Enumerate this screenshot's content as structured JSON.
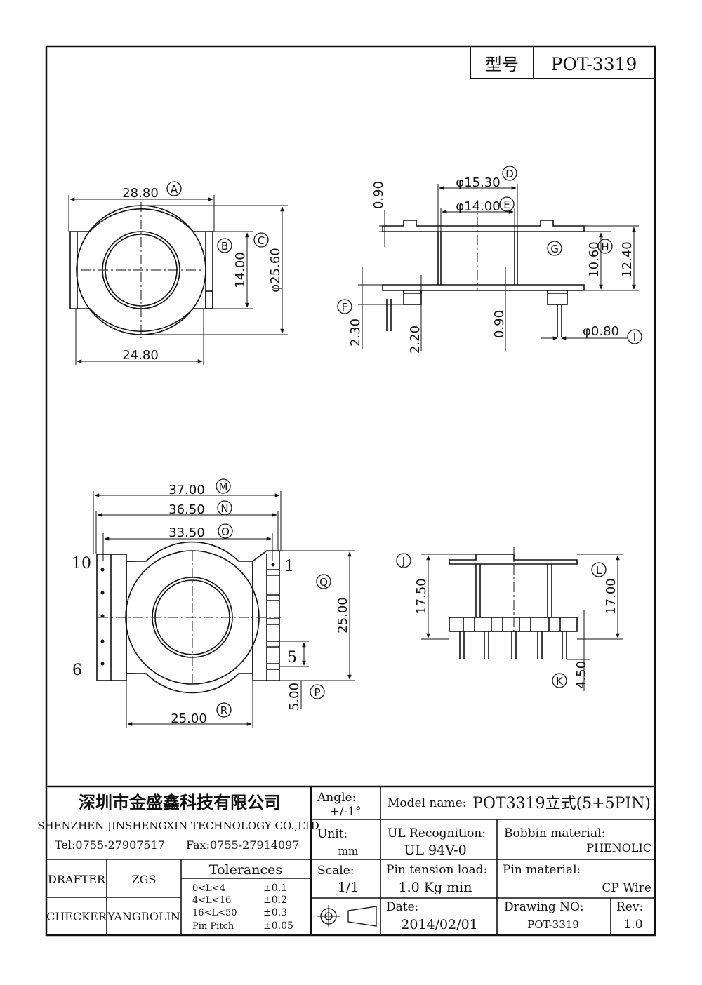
{
  "model_box": {
    "label": "型号",
    "value": "POT-3319"
  },
  "top_view": {
    "dim_a": "28.80",
    "callout_a": "A",
    "dim_b": "14.00",
    "callout_b": "B",
    "dim_c": "φ25.60",
    "callout_c": "C",
    "dim_bottom": "24.80"
  },
  "side_view": {
    "dim_d": "φ15.30",
    "callout_d": "D",
    "dim_e": "φ14.00",
    "callout_e": "E",
    "dim_f": "2.30",
    "callout_f": "F",
    "dim_g": "10.60",
    "callout_g": "G",
    "dim_h": "12.40",
    "callout_h": "H",
    "dim_i": "φ0.80",
    "callout_i": "I",
    "dim_flange_top": "0.90",
    "dim_flange_bottom": "0.90",
    "dim_pin_offset": "2.20"
  },
  "bottom_view": {
    "dim_m": "37.00",
    "callout_m": "M",
    "dim_n": "36.50",
    "callout_n": "N",
    "dim_o": "33.50",
    "callout_o": "O",
    "dim_q": "25.00",
    "callout_q": "Q",
    "dim_r": "25.00",
    "callout_r": "R",
    "dim_p": "5.00",
    "callout_p": "P",
    "pin_label_10": "10",
    "pin_label_6": "6",
    "pin_label_1": "1",
    "pin_label_5": "5"
  },
  "front_view": {
    "dim_j": "17.50",
    "callout_j": "J",
    "dim_l": "17.00",
    "callout_l": "L",
    "dim_k": "4.50",
    "callout_k": "K"
  },
  "title_block": {
    "company_cn": "深圳市金盛鑫科技有限公司",
    "company_en": "SHENZHEN JINSHENGXIN TECHNOLOGY CO.,LTD",
    "tel": "Tel:0755-27907517",
    "fax": "Fax:0755-27914097",
    "angle_label": "Angle:",
    "angle_value": "+/-1°",
    "unit_label": "Unit:",
    "unit_value": "mm",
    "scale_label": "Scale:",
    "scale_value": "1/1",
    "model_name_label": "Model name:",
    "model_name_value": "POT3319立式(5+5PIN)",
    "ul_label": "UL Recognition:",
    "ul_value": "UL 94V-0",
    "bobbin_label": "Bobbin material:",
    "bobbin_value": "PHENOLIC",
    "pin_tension_label": "Pin tension load:",
    "pin_tension_value": "1.0 Kg min",
    "pin_material_label": "Pin material:",
    "pin_material_value": "CP Wire",
    "date_label": "Date:",
    "date_value": "2014/02/01",
    "drawing_no_label": "Drawing NO:",
    "drawing_no_value": "POT-3319",
    "rev_label": "Rev:",
    "rev_value": "1.0",
    "drafter_label": "DRAFTER",
    "drafter_value": "ZGS",
    "checker_label": "CHECKER",
    "checker_value": "YANGBOLIN",
    "tolerances_title": "Tolerances",
    "tolerances": [
      {
        "range": "0<L<4",
        "value": "±0.1"
      },
      {
        "range": "4<L<16",
        "value": "±0.2"
      },
      {
        "range": "16<L<50",
        "value": "±0.3"
      },
      {
        "range": "Pin Pitch",
        "value": "±0.05"
      }
    ]
  }
}
